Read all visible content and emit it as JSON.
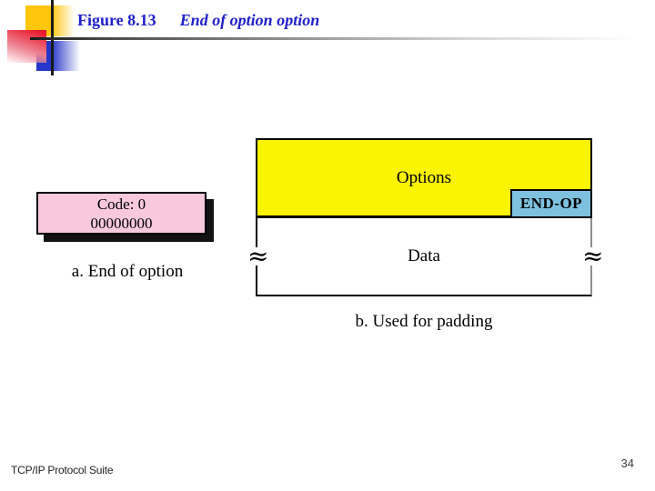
{
  "slide": {
    "header": {
      "figure_label": "Figure 8.13",
      "figure_title": "End of option option"
    },
    "figure_a": {
      "box_line1": "Code: 0",
      "box_line2": "00000000",
      "caption": "a. End of option"
    },
    "figure_b": {
      "options_label": "Options",
      "end_op_label": "END-OP",
      "data_label": "Data",
      "break_mark": "≈",
      "caption": "b. Used for padding"
    },
    "footer": {
      "title": "TCP/IP Protocol Suite",
      "page_number": "34"
    }
  },
  "colors": {
    "title-blue": "#2020C8",
    "box-yellow": "#FAF301",
    "box-pink": "#F8C8DC",
    "box-endop-blue": "#7EC1DE",
    "logo-gold": "#FFC60B",
    "logo-red": "#E8192C",
    "logo-blue": "#2636C8"
  }
}
